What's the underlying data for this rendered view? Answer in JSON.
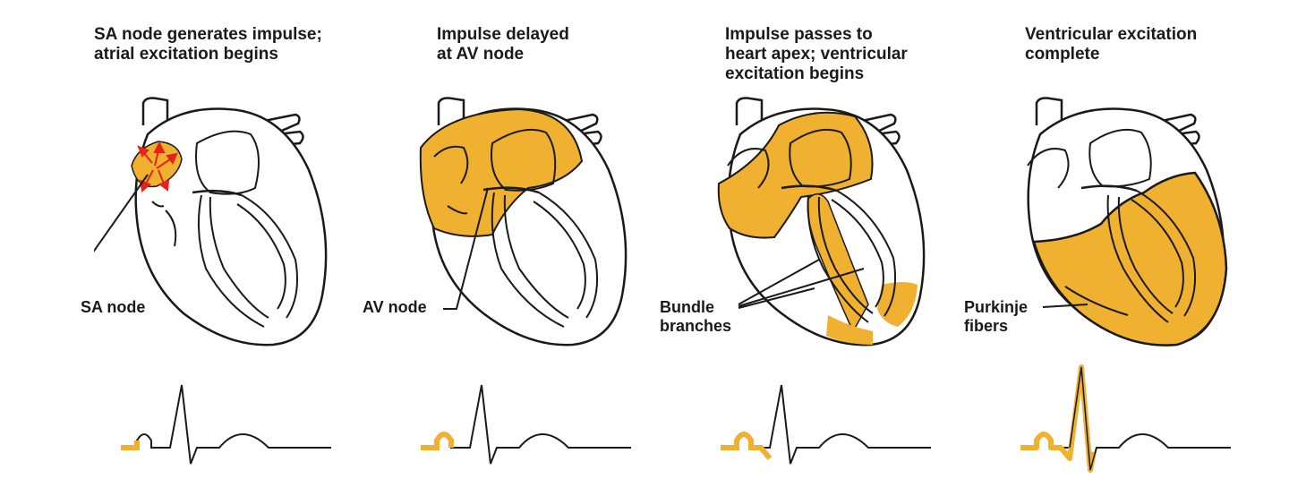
{
  "colors": {
    "excitation": "#f0b030",
    "impulse_arrow": "#e5231b",
    "outline": "#1a1a1a",
    "background": "#ffffff"
  },
  "panels": [
    {
      "caption": "SA node generates impulse;\natrial excitation begins",
      "label": "SA node",
      "ecg_highlight": "p-wave"
    },
    {
      "caption": "Impulse delayed\nat AV node",
      "label": "AV node",
      "ecg_highlight": "p-wave"
    },
    {
      "caption": "Impulse passes to\nheart apex; ventricular\nexcitation begins",
      "label": "Bundle\nbranches",
      "ecg_highlight": "p-wave-q"
    },
    {
      "caption": "Ventricular excitation\ncomplete",
      "label": "Purkinje\nfibers",
      "ecg_highlight": "p-wave-qrs"
    }
  ]
}
